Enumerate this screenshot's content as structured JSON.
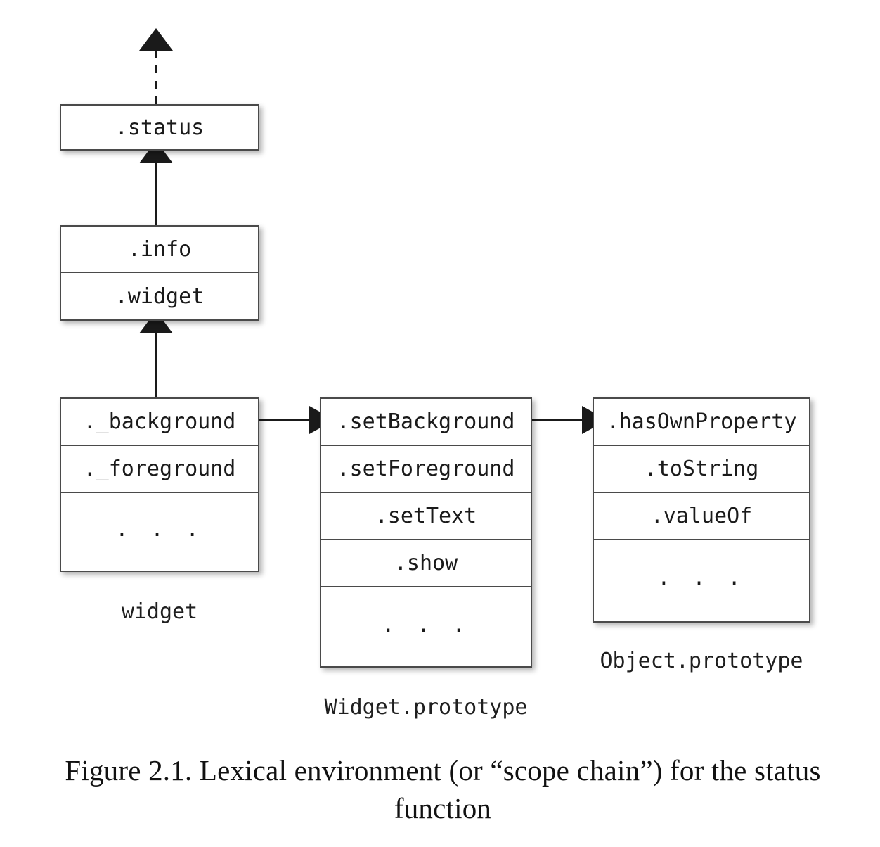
{
  "figure": {
    "caption": "Figure 2.1. Lexical environment (or “scope chain”) for the status function"
  },
  "diagram": {
    "type": "scope-chain",
    "boxes": [
      {
        "id": "status",
        "label": "",
        "rows": [
          ".status"
        ]
      },
      {
        "id": "info-widget",
        "label": "",
        "rows": [
          ".info",
          ".widget"
        ]
      },
      {
        "id": "widget",
        "label": "widget",
        "rows": [
          "._background",
          "._foreground",
          "..."
        ]
      },
      {
        "id": "widget-prototype",
        "label": "Widget.prototype",
        "rows": [
          ".setBackground",
          ".setForeground",
          ".setText",
          ".show",
          "..."
        ]
      },
      {
        "id": "object-prototype",
        "label": "Object.prototype",
        "rows": [
          ".hasOwnProperty",
          ".toString",
          ".valueOf",
          "..."
        ]
      }
    ],
    "arrows": [
      {
        "id": "status-up",
        "from": "status",
        "to": "outside-top",
        "style": "dashed",
        "direction": "up"
      },
      {
        "id": "info-to-status",
        "from": "info-widget",
        "to": "status",
        "style": "solid",
        "direction": "up"
      },
      {
        "id": "widget-to-info",
        "from": "widget",
        "to": "info-widget",
        "style": "solid",
        "direction": "up"
      },
      {
        "id": "widget-to-wproto",
        "from": "widget",
        "to": "widget-prototype",
        "style": "solid",
        "direction": "right"
      },
      {
        "id": "wproto-to-oproto",
        "from": "widget-prototype",
        "to": "object-prototype",
        "style": "solid",
        "direction": "right"
      }
    ],
    "colors": {
      "box_border": "#4a4a4a",
      "box_fill": "#ffffff",
      "arrow": "#1a1a1a",
      "text": "#1a1a1a"
    }
  },
  "rows": {
    "status_0": ".status",
    "info_0": ".info",
    "info_1": ".widget",
    "widget_0": "._background",
    "widget_1": "._foreground",
    "widget_2": ". . .",
    "wproto_0": ".setBackground",
    "wproto_1": ".setForeground",
    "wproto_2": ".setText",
    "wproto_3": ".show",
    "wproto_4": ". . .",
    "oproto_0": ".hasOwnProperty",
    "oproto_1": ".toString",
    "oproto_2": ".valueOf",
    "oproto_3": ". . ."
  },
  "labels": {
    "widget": "widget",
    "widget_prototype": "Widget.prototype",
    "object_prototype": "Object.prototype"
  }
}
